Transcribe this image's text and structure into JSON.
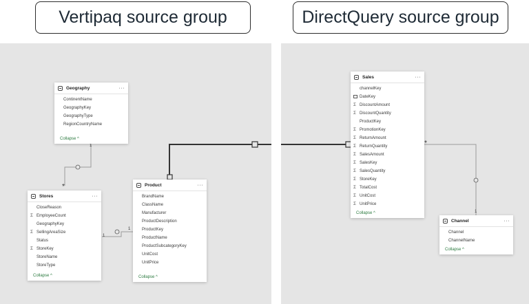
{
  "headers": {
    "left": "Vertipaq source group",
    "right": "DirectQuery source group"
  },
  "tables": {
    "geography": {
      "title": "Geography",
      "menu": "···",
      "fields": [
        {
          "name": "ContinentName",
          "icon": ""
        },
        {
          "name": "GeographyKey",
          "icon": ""
        },
        {
          "name": "GeographyType",
          "icon": ""
        },
        {
          "name": "RegionCountryName",
          "icon": ""
        }
      ],
      "collapse": "Collapse ^"
    },
    "stores": {
      "title": "Stores",
      "menu": "···",
      "fields": [
        {
          "name": "CloseReason",
          "icon": ""
        },
        {
          "name": "EmployeeCount",
          "icon": "sigma"
        },
        {
          "name": "GeographyKey",
          "icon": ""
        },
        {
          "name": "SellingAreaSize",
          "icon": "sigma"
        },
        {
          "name": "Status",
          "icon": ""
        },
        {
          "name": "StoreKey",
          "icon": "sigma"
        },
        {
          "name": "StoreName",
          "icon": ""
        },
        {
          "name": "StoreType",
          "icon": ""
        }
      ],
      "collapse": "Collapse ^"
    },
    "product": {
      "title": "Product",
      "menu": "···",
      "fields": [
        {
          "name": "BrandName",
          "icon": ""
        },
        {
          "name": "ClassName",
          "icon": ""
        },
        {
          "name": "Manufacturer",
          "icon": ""
        },
        {
          "name": "ProductDescription",
          "icon": ""
        },
        {
          "name": "ProductKey",
          "icon": ""
        },
        {
          "name": "ProductName",
          "icon": ""
        },
        {
          "name": "ProductSubcategoryKey",
          "icon": ""
        },
        {
          "name": "UnitCost",
          "icon": ""
        },
        {
          "name": "UnitPrice",
          "icon": ""
        }
      ],
      "collapse": "Collapse ^"
    },
    "sales": {
      "title": "Sales",
      "menu": "···",
      "fields": [
        {
          "name": "channelKey",
          "icon": ""
        },
        {
          "name": "DateKey",
          "icon": "calendar"
        },
        {
          "name": "DiscountAmount",
          "icon": "sigma"
        },
        {
          "name": "DiscountQuantity",
          "icon": "sigma"
        },
        {
          "name": "ProductKey",
          "icon": ""
        },
        {
          "name": "PromotionKey",
          "icon": "sigma"
        },
        {
          "name": "ReturnAmount",
          "icon": "sigma"
        },
        {
          "name": "ReturnQuantity",
          "icon": "sigma"
        },
        {
          "name": "SalesAmount",
          "icon": "sigma"
        },
        {
          "name": "SalesKey",
          "icon": "sigma"
        },
        {
          "name": "SalesQuantity",
          "icon": "sigma"
        },
        {
          "name": "StoreKey",
          "icon": "sigma"
        },
        {
          "name": "TotalCost",
          "icon": "sigma"
        },
        {
          "name": "UnitCost",
          "icon": "sigma"
        },
        {
          "name": "UnitPrice",
          "icon": "sigma"
        }
      ],
      "collapse": "Collapse ^"
    },
    "channel": {
      "title": "Channel",
      "menu": "···",
      "fields": [
        {
          "name": "Channel",
          "icon": ""
        },
        {
          "name": "ChannelName",
          "icon": ""
        }
      ],
      "collapse": "Collapse ^"
    }
  },
  "relationships": {
    "one": "1",
    "many": "*"
  }
}
